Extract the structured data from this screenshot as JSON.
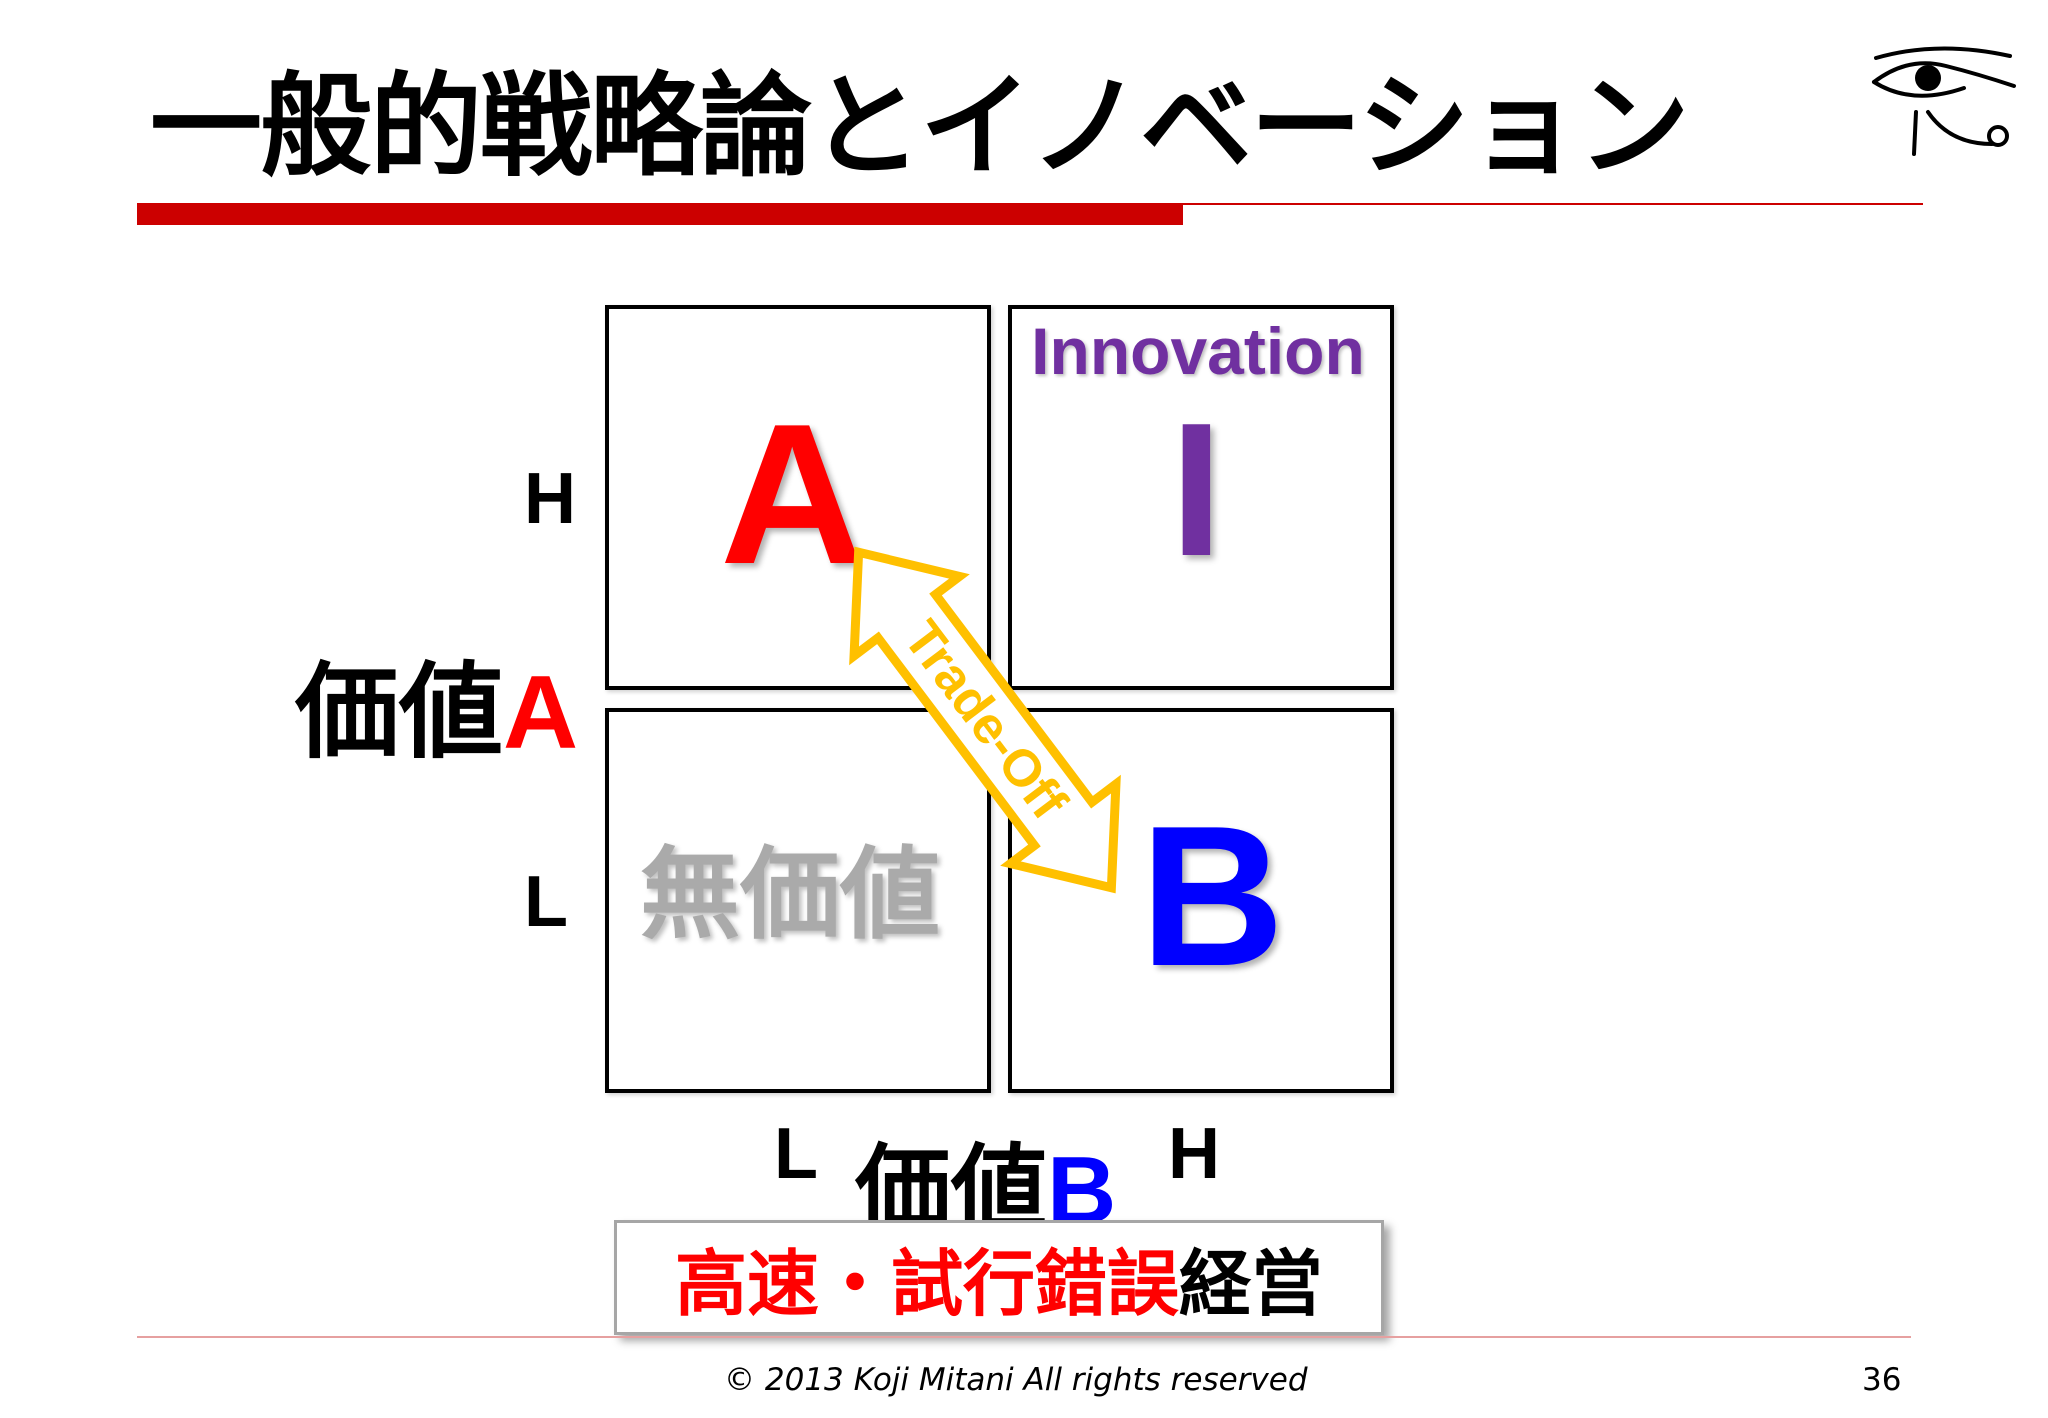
{
  "slide": {
    "title": "一般的戦略論とイノベーション",
    "page_number": "36",
    "copyright": "© 2013 Koji Mitani All rights reserved"
  },
  "matrix": {
    "top_left_letter": "A",
    "top_right_label": "Innovation",
    "top_right_letter": "I",
    "bottom_left_label": "無価値",
    "bottom_right_letter": "B",
    "arrow_label": "Trade-Off",
    "y_axis": {
      "prefix": "価値",
      "letter": "A",
      "high": "H",
      "low": "L"
    },
    "x_axis": {
      "prefix": "価値",
      "letter": "B",
      "low": "L",
      "high": "H"
    }
  },
  "slogan": {
    "red_part": "高速・試行錯誤",
    "black_part": "経営"
  },
  "colors": {
    "accent_red": "#cc0000",
    "letter_a": "#ff0000",
    "letter_i": "#7030a0",
    "letter_b": "#0000ff",
    "arrow_fill": "#ffc000",
    "muka_gray": "#aaaaaa"
  },
  "icons": {
    "logo": "eye-of-horus-icon"
  }
}
